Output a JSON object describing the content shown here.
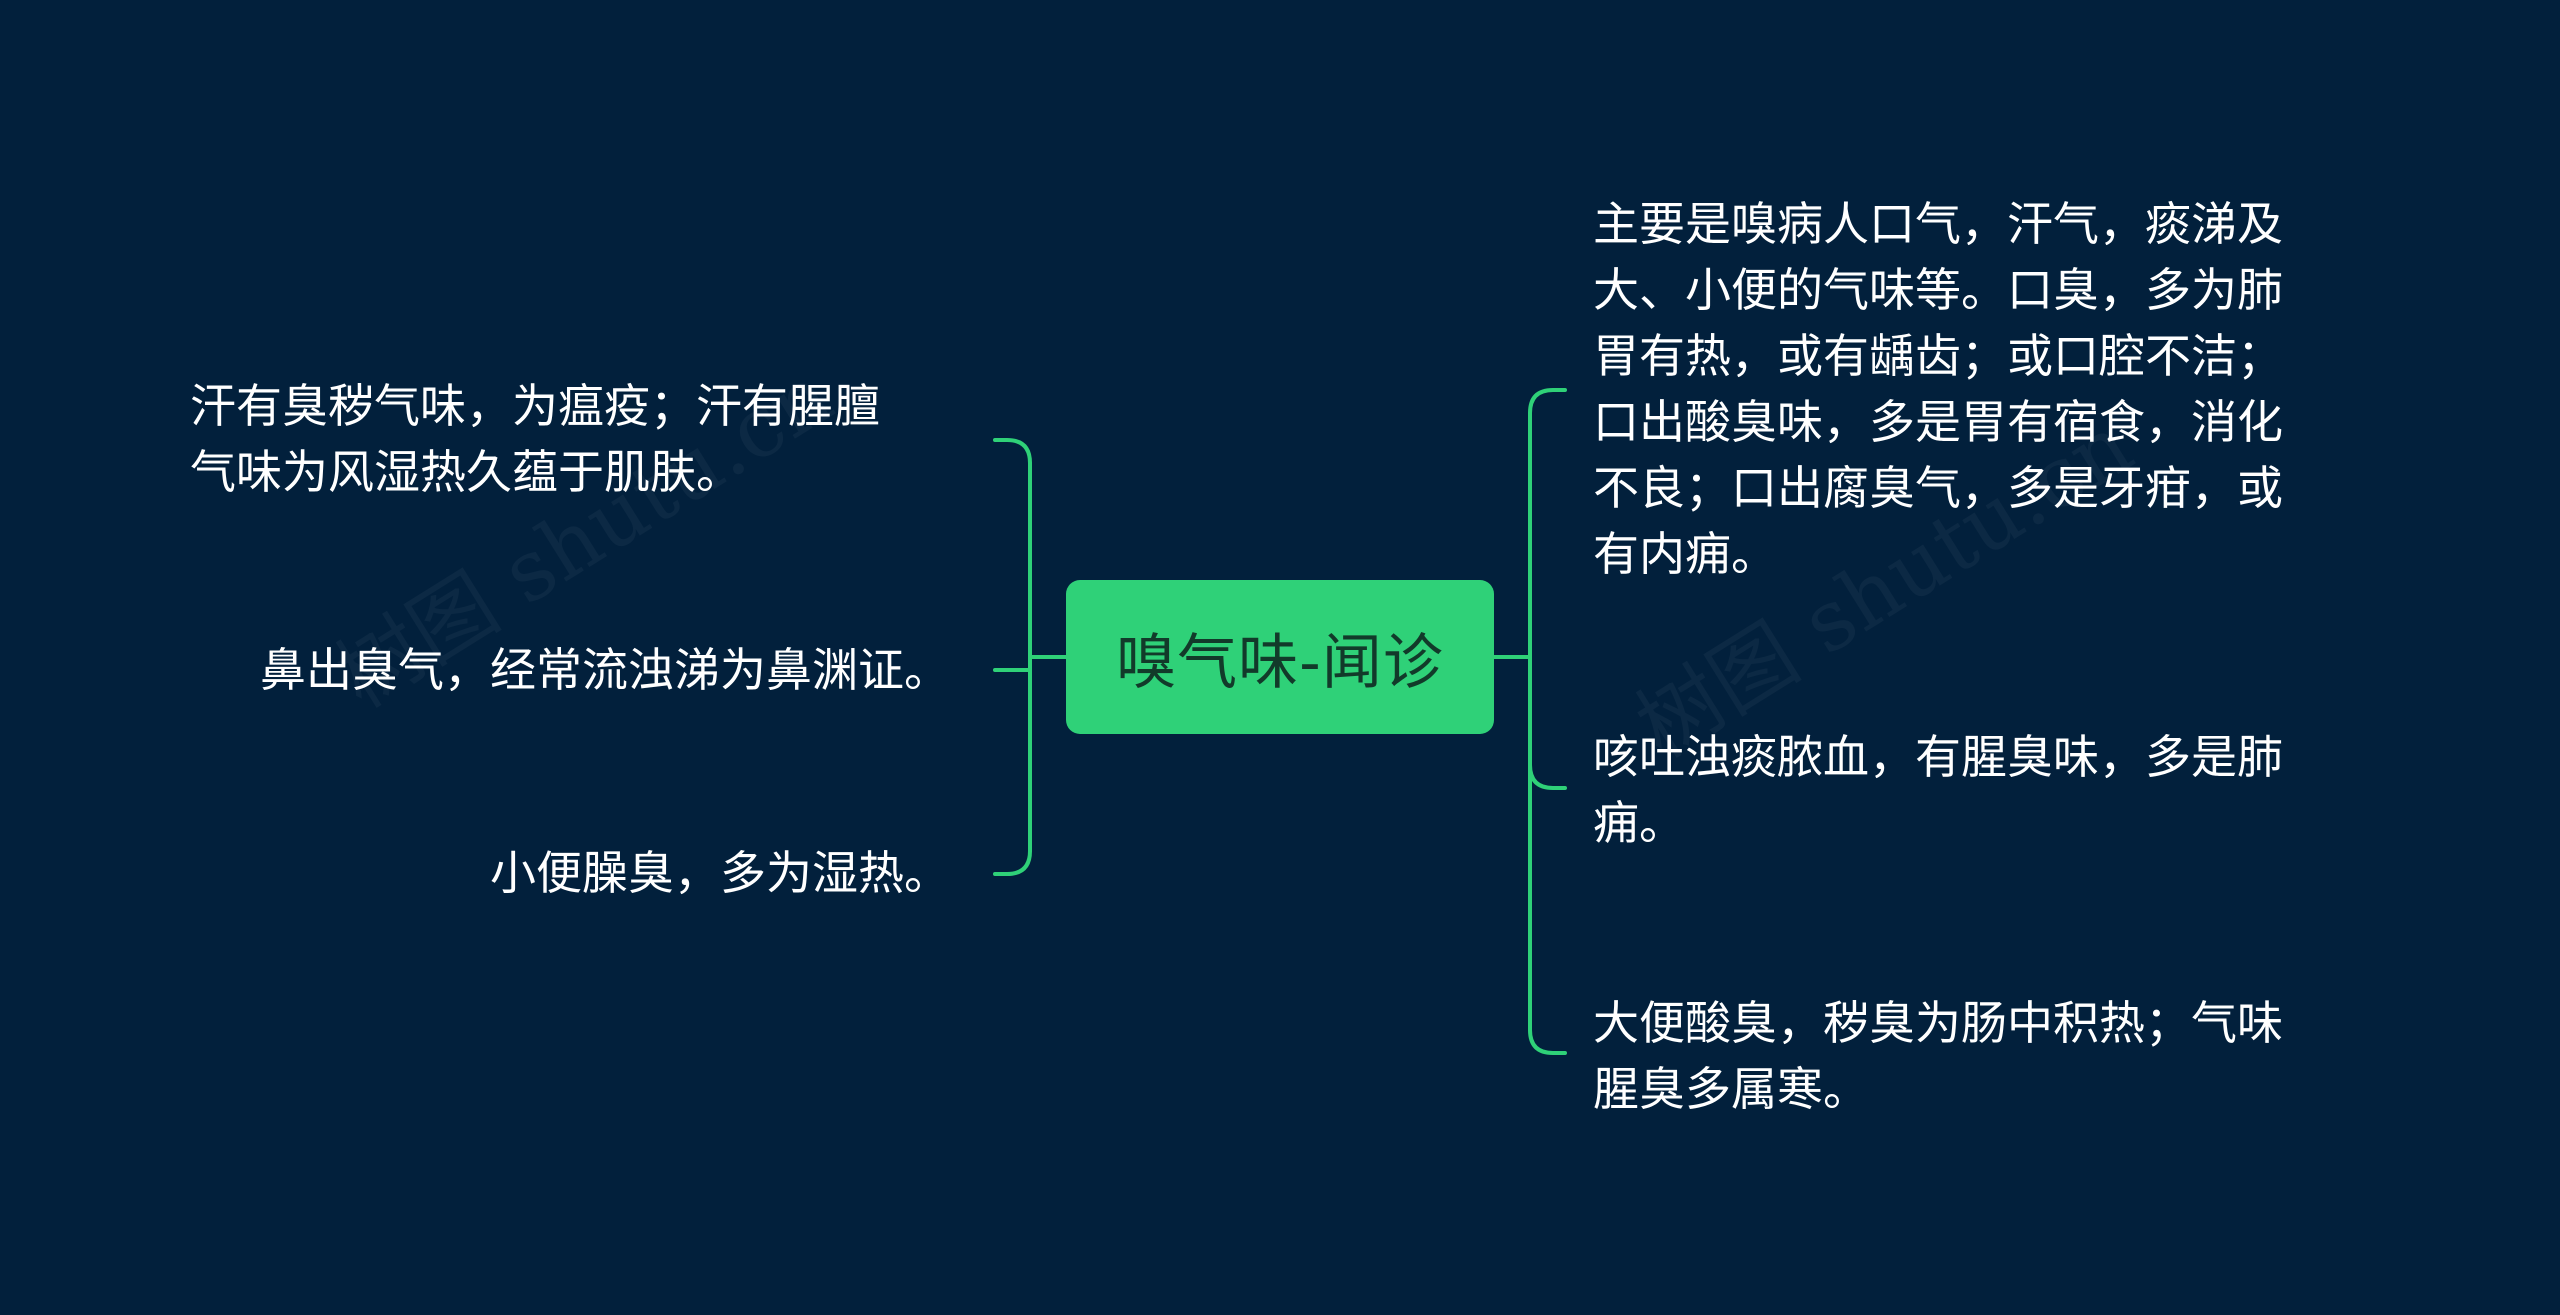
{
  "center": {
    "label": "嗅气味-闻诊"
  },
  "branches_left": [
    {
      "text": "汗有臭秽气味，为瘟疫；汗有腥膻\n气味为风湿热久蕴于肌肤。"
    },
    {
      "text": "鼻出臭气，经常流浊涕为鼻渊证。"
    },
    {
      "text": "小便臊臭，多为湿热。"
    }
  ],
  "branches_right": [
    {
      "text": "主要是嗅病人口气，汗气，痰涕及\n大、小便的气味等。口臭，多为肺\n胃有热，或有龋齿；或口腔不洁；\n口出酸臭味，多是胃有宿食，消化\n不良；口出腐臭气，多是牙疳，或\n有内痈。"
    },
    {
      "text": "咳吐浊痰脓血，有腥臭味，多是肺\n痈。"
    },
    {
      "text": "大便酸臭，秽臭为肠中积热；气味\n腥臭多属寒。"
    }
  ],
  "watermark": {
    "left": "树图 shutu.cn",
    "right": "树图 shutu.cn"
  },
  "colors": {
    "background": "#02203c",
    "node": "#2fd178",
    "connector": "#2fd178",
    "text": "#ffffff"
  }
}
